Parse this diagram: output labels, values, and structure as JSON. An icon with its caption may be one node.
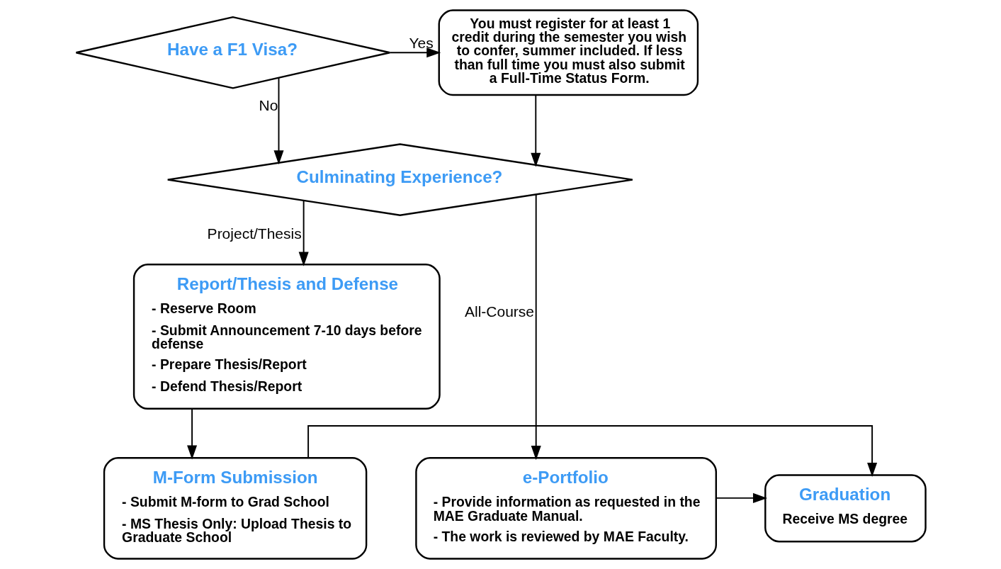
{
  "diagram": {
    "nodes": [
      {
        "text": [
          "Have a F1 Visa?"
        ]
      },
      {
        "text": [
          "You must register for at least 1 credit during the semester you wish to confer, summer included. If less than full time you must also submit a Full-Time Status Form."
        ]
      },
      {
        "text": [
          "Culminating Experience?"
        ]
      },
      {
        "text": [
          "Report/Thesis and Defense",
          "- Reserve Room",
          "- Submit Announcement 7-10 days before defense",
          "- Prepare Thesis/Report",
          "- Defend Thesis/Report"
        ]
      },
      {
        "text": [
          "M-Form Submission",
          "- Submit M-form to Grad School",
          "- MS Thesis Only: Upload Thesis to Graduate School"
        ]
      },
      {
        "text": [
          "e-Portfolio",
          "- Provide information as requested in the MAE Graduate Manual.",
          "- The work is reviewed by MAE Faculty."
        ]
      },
      {
        "text": [
          "Graduation",
          "Receive MS degree"
        ]
      }
    ],
    "edges": [
      {
        "from": 0,
        "to": 1,
        "arrow": "to",
        "label": "Yes"
      },
      {
        "from": 0,
        "to": 2,
        "arrow": "to",
        "label": "No"
      },
      {
        "from": 1,
        "to": 2,
        "arrow": "to"
      },
      {
        "from": 2,
        "to": 5,
        "arrow": "to",
        "label": "All-Course"
      },
      {
        "from": 2,
        "to": 3,
        "arrow": "to",
        "label": "Project/Thesis"
      },
      {
        "from": 3,
        "to": 4,
        "arrow": "to"
      },
      {
        "from": 4,
        "to": 6,
        "arrow": "to"
      },
      {
        "from": 5,
        "to": 6,
        "arrow": "to"
      }
    ]
  }
}
